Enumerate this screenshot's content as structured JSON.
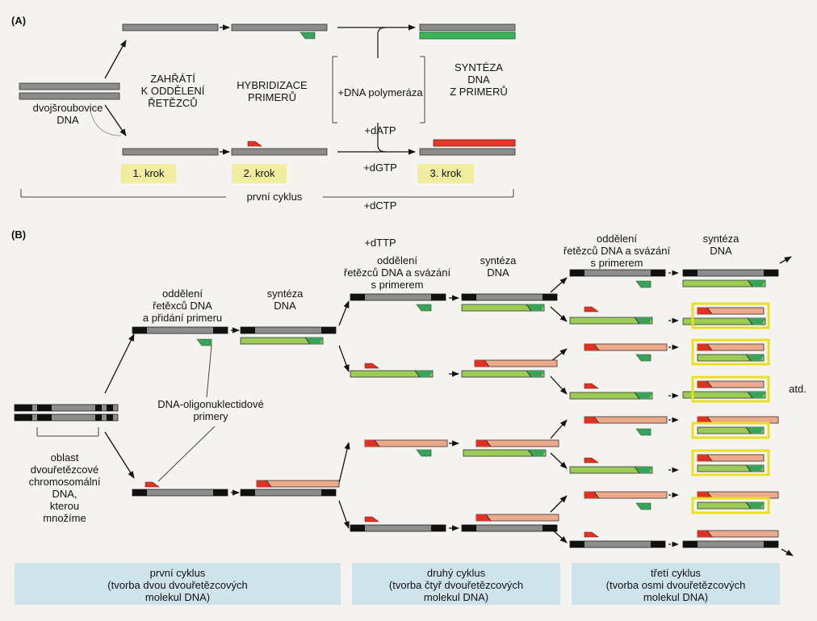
{
  "panel_a": {
    "label": "(A)",
    "dna_label": "dvojšroubovice\nDNA",
    "heat_label": "ZAHŘÁTÍ\nK ODDĚLENÍ\nŘETĚZCŮ",
    "hybrid_label": "HYBRIDIZACE\nPRIMERŮ",
    "reagents": [
      "+DNA polymeráza",
      "+dATP",
      "+dGTP",
      "+dCTP",
      "+dTTP"
    ],
    "synth_label": "SYNTÉZA\nDNA\nZ PRIMERŮ",
    "steps": [
      "1. krok",
      "2. krok",
      "3. krok"
    ],
    "cycle_label": "první cyklus"
  },
  "panel_b": {
    "label": "(B)",
    "col1_top": "oddělení\nřetěxců DNA\na přidání primeru",
    "col1_synth": "syntéza\nDNA",
    "col2_top": "oddělení\nřetězců DNA a svázání\ns primerem",
    "col2_synth": "syntéza\nDNA",
    "col3_top": "oddělení\nřetězců DNA a svázání\ns primerem",
    "col3_synth": "syntéza\nDNA",
    "primers_label": "DNA-oligonuklectidové\nprimery",
    "region_label": "oblast\ndvouřetězcové\nchromosomální\nDNA,\nkterou\nmnožíme",
    "etc_label": "atd.",
    "cycles": [
      "první cyklus\n(tvorba dvou dvouřetězcových\nmolekul DNA)",
      "druhý cyklus\n(tvorba čtyř dvouřetězcových\nmolekul DNA)",
      "třetí cyklus\n(tvorba osmi dvouřetězcových\nmolekul DNA)"
    ]
  },
  "colors": {
    "grey_strand": "#8c8c8c",
    "black_end": "#111111",
    "green_strand": "#9ccc55",
    "green_primer": "#3aa35a",
    "salmon_strand": "#ecaa8a",
    "red_primer": "#dd3322",
    "step_box": "#f1eda0",
    "cycle_box": "#cfe4ea",
    "highlight": "#e8e020"
  }
}
